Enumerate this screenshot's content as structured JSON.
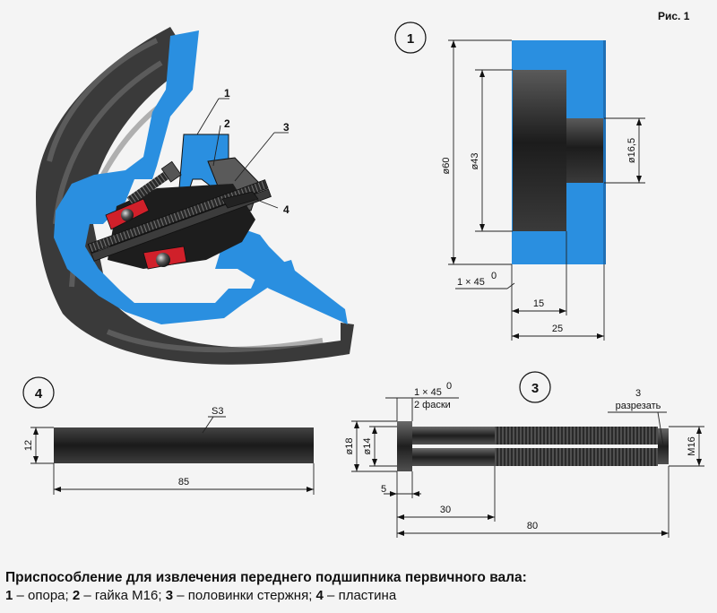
{
  "figure_label": "Рис. 1",
  "parts": [
    {
      "num": "1",
      "name": "опора"
    },
    {
      "num": "2",
      "name": "гайка М16"
    },
    {
      "num": "3",
      "name": "половинки стержня"
    },
    {
      "num": "4",
      "name": "пластина"
    }
  ],
  "callouts": {
    "c1": "1",
    "c2": "2",
    "c3": "3",
    "c4": "4"
  },
  "detail1": {
    "d60": "ø60",
    "d43": "ø43",
    "d16_5": "ø16,5",
    "chamfer": "1 × 45",
    "deg": "0",
    "l15": "15",
    "l25": "25"
  },
  "detail4": {
    "thickness": "S3",
    "height": "12",
    "length": "85"
  },
  "detail3": {
    "chamfer": "1 × 45",
    "deg": "0",
    "chamfer_note": "2 фаски",
    "slots_count": "3",
    "slots_note": "разрезать",
    "d18": "ø18",
    "d14": "ø14",
    "thread": "M16",
    "l5": "5",
    "l30": "30",
    "l80": "80"
  },
  "caption": {
    "title": "Приспособление для извлечения переднего подшипника первичного вала:",
    "sep": " – ",
    "delim": "; "
  },
  "colors": {
    "blue": "#2a8fe0",
    "dark_metal": "#2b2b2b",
    "red": "#d0202a"
  }
}
